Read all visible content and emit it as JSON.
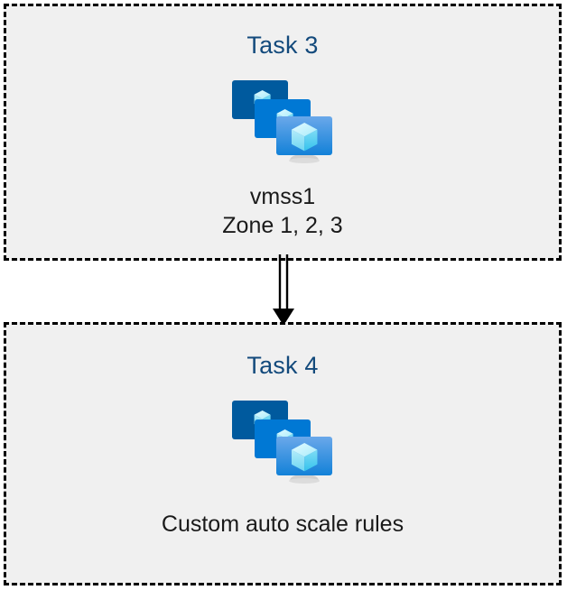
{
  "diagram": {
    "background_color": "#ffffff",
    "box_fill_color": "#f0f0f0",
    "box_border_color": "#000000",
    "box_border_style": "dashed",
    "title_color": "#134a7c",
    "caption_color": "#1a1a1a",
    "connector_color": "#000000"
  },
  "nodes": [
    {
      "id": "task-3",
      "title": "Task 3",
      "icon": "virtual-machine-scale-set-icon",
      "caption_lines": [
        "vmss1",
        "Zone 1, 2, 3"
      ]
    },
    {
      "id": "task-4",
      "title": "Task 4",
      "icon": "virtual-machine-scale-set-icon",
      "caption_lines": [
        "Custom auto scale rules"
      ]
    }
  ],
  "connector": {
    "from": "task-3",
    "to": "task-4",
    "style": "double-line-arrow",
    "direction": "down"
  },
  "icon_colors": {
    "monitor_back": "#005a9e",
    "monitor_mid": "#0078d4",
    "monitor_front_top": "#5ea0e8",
    "monitor_front_bottom": "#1a8ae0",
    "cube_light": "#c3f1fb",
    "cube_mid": "#7ee0f5",
    "cube_dark": "#32c5ef",
    "stand": "#b9b9b9"
  }
}
